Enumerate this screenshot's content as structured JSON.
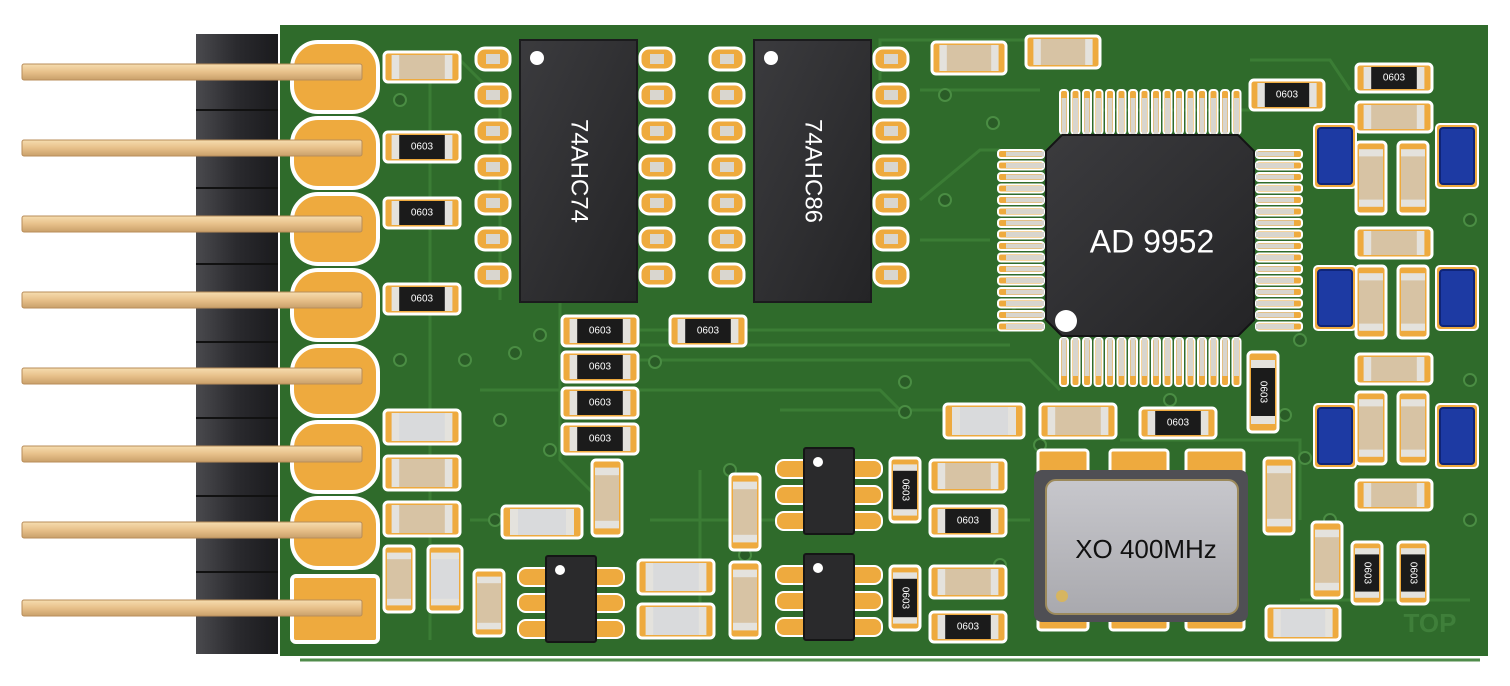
{
  "board": {
    "silkscreen": "TOP",
    "chips": {
      "u1": "74AHC74",
      "u2": "74AHC86",
      "dds": "AD 9952",
      "osc": "XO 400MHz"
    },
    "resistor_marking": "0603"
  }
}
